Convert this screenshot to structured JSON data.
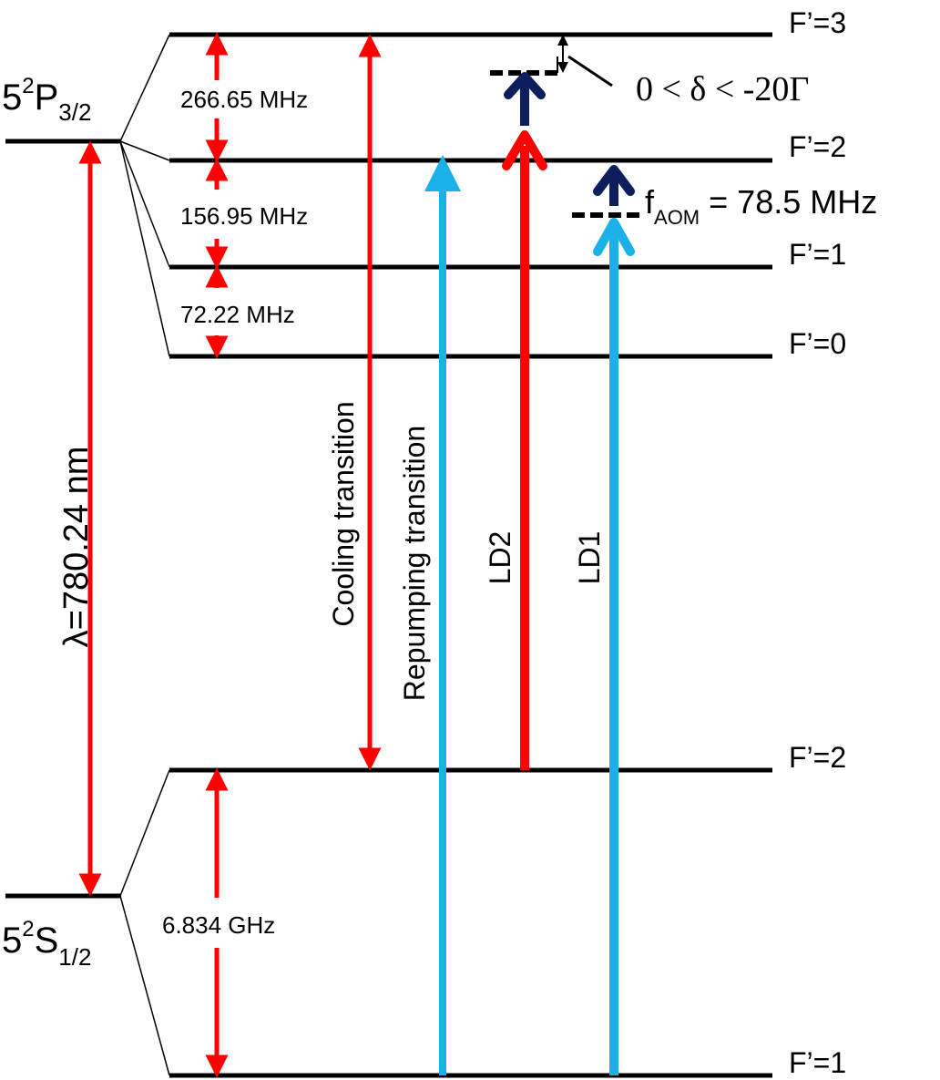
{
  "colors": {
    "red": "#ff0000",
    "blue": "#1ab0e8",
    "navy": "#0c1f5c",
    "line": "#000000"
  },
  "states": {
    "upper": {
      "base": "5",
      "sup": "2",
      "letter": "P",
      "sub": "3/2"
    },
    "lower": {
      "base": "5",
      "sup": "2",
      "letter": "S",
      "sub": "1/2"
    }
  },
  "levels": {
    "f3": "F’=3",
    "f2_upper": "F’=2",
    "f1_upper": "F’=1",
    "f0": "F’=0",
    "f2_lower": "F’=2",
    "f1_lower": "F’=1"
  },
  "splittings": {
    "s32": "266.65 MHz",
    "s21": "156.95 MHz",
    "s10": "72.22 MHz",
    "ground": "6.834 GHz"
  },
  "transitions": {
    "wavelength": "λ=780.24 nm",
    "cooling": "Cooling transition",
    "repumping": "Repumping transition",
    "ld2": "LD2",
    "ld1": "LD1"
  },
  "detuning": {
    "text": "0 < δ < -20Γ"
  },
  "aom": {
    "f": "f",
    "sub": "AOM",
    "value": " = 78.5 MHz"
  }
}
